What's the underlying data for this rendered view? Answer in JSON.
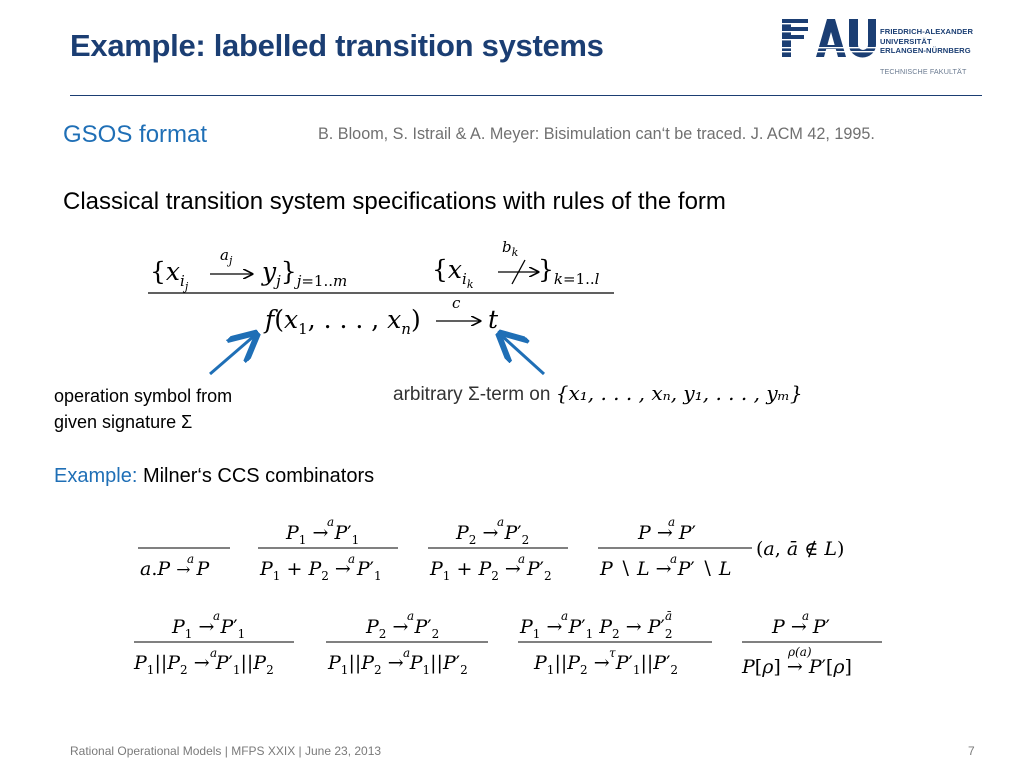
{
  "slide": {
    "title": "Example: labelled transition systems",
    "section": "GSOS format",
    "reference": "B. Bloom, S. Istrail & A. Meyer: Bisimulation can‘t be traced. J. ACM 42, 1995.",
    "intro": "Classical transition system specifications with rules of the form",
    "annotation_left_line1": "operation symbol from",
    "annotation_left_line2": "given signature Σ",
    "annotation_right_text": "arbitrary Σ-term on",
    "annotation_right_set": "{x₁, . . . , xₙ, y₁, . . . , yₘ}",
    "example_label": "Example:",
    "example_text": "Milner‘s CCS combinators"
  },
  "logo": {
    "wordmark": "FAU",
    "line1": "FRIEDRICH-ALEXANDER",
    "line2": "UNIVERSITÄT",
    "line3": "ERLANGEN-NÜRNBERG",
    "faculty": "TECHNISCHE FAKULTÄT"
  },
  "footer": {
    "text": "Rational Operational Models | MFPS XXIX | June 23, 2013",
    "page": "7"
  },
  "colors": {
    "title": "#1b3e73",
    "accent": "#1f6fb6",
    "muted": "#707070",
    "arrow": "#1f6fb6"
  }
}
